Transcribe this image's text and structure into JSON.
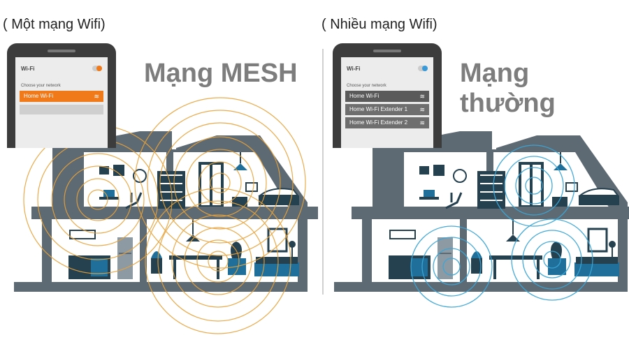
{
  "left": {
    "caption": "( Một mạng Wifi)",
    "heading": "Mạng MESH",
    "phone": {
      "wifi_label": "Wi-Fi",
      "choose_label": "Choose your network",
      "networks": [
        "Home Wi-Fi"
      ]
    }
  },
  "right": {
    "caption": "( Nhiều mạng Wifi)",
    "heading": "Mạng thường",
    "phone": {
      "wifi_label": "Wi-Fi",
      "choose_label": "Choose your network",
      "networks": [
        "Home Wi-Fi",
        "Home Wi-Fi  Extender 1",
        "Home Wi-Fi  Extender 2"
      ]
    }
  },
  "colors": {
    "mesh_signal": "#e8a33a",
    "regular_signal": "#3ba6d6",
    "mesh_selected": "#f07a1a",
    "regular_toggle": "#3a9ad9",
    "house_wall": "#5e6a73",
    "furniture": "#25404f",
    "accent_blue": "#1f6f9a"
  },
  "icons": {
    "wifi": "wifi-icon",
    "toggle": "toggle-switch-icon"
  }
}
